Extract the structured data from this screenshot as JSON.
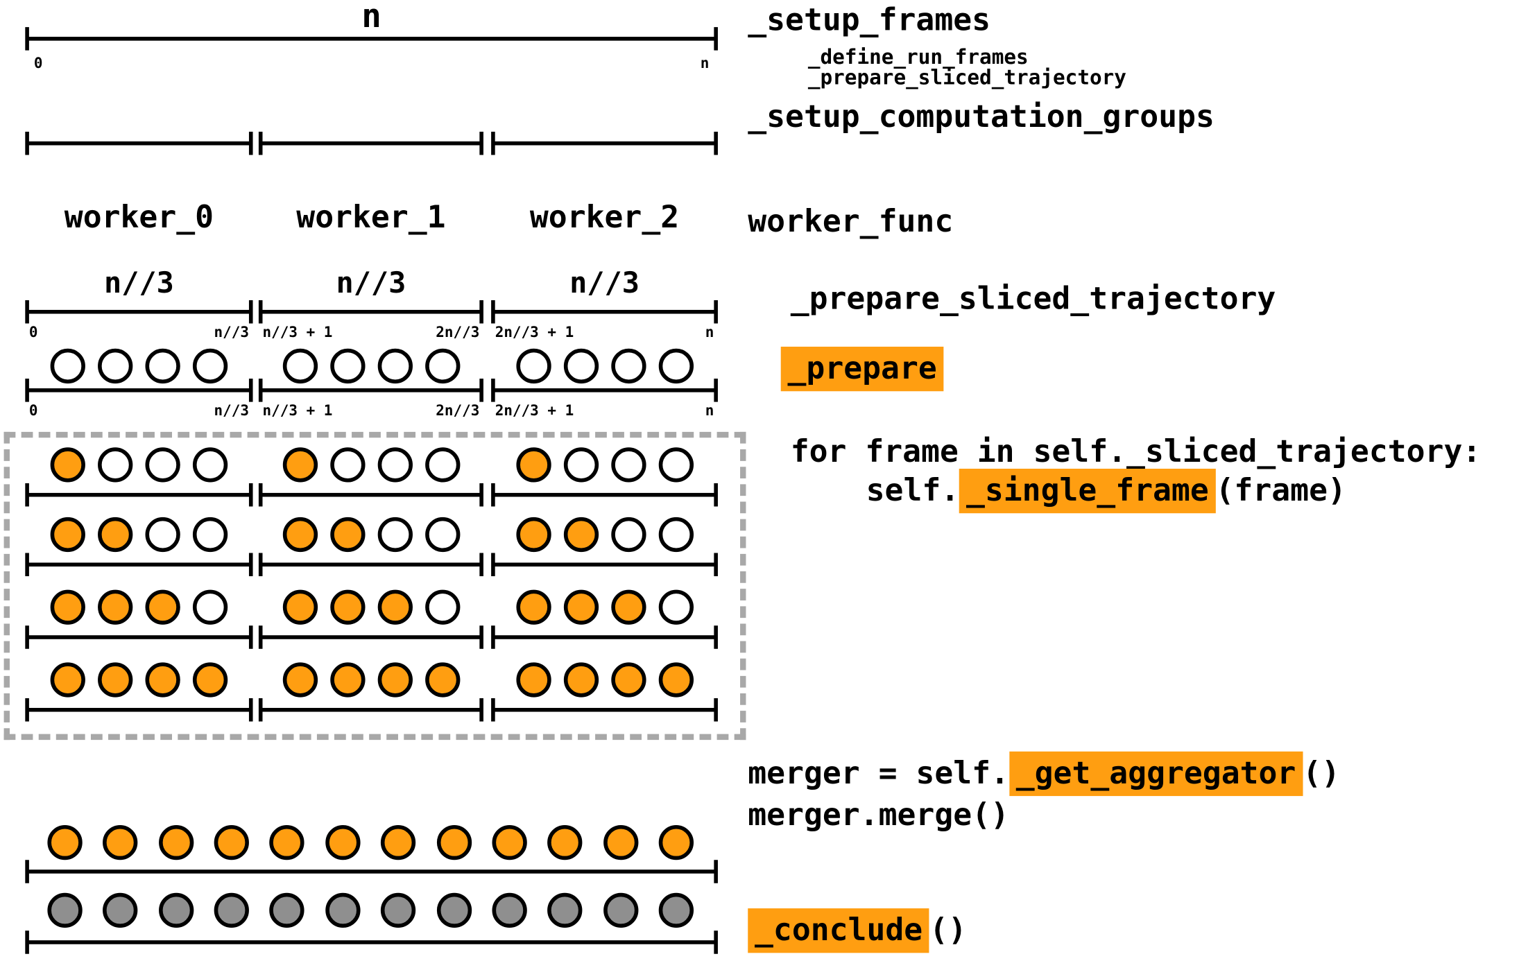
{
  "colors": {
    "orange": "#ff9e11",
    "gray-circle": "#8f8f8f",
    "box-border": "#a8a8a8",
    "ink": "#000000"
  },
  "top": {
    "axis_label": "n",
    "tick_left": "0",
    "tick_right": "n"
  },
  "annotations": {
    "setup_frames": "_setup_frames",
    "define_run_frames": "_define_run_frames",
    "prepare_sliced_trajectory_sub": "_prepare_sliced_trajectory",
    "setup_computation_groups": "_setup_computation_groups",
    "worker_func": "worker_func",
    "prepare_sliced_trajectory": "_prepare_sliced_trajectory",
    "prepare": "_prepare",
    "loop_line1": "for frame in self._sliced_trajectory:",
    "loop_self": "self.",
    "single_frame": "_single_frame",
    "loop_args": "(frame)",
    "merger_assign": "merger = self.",
    "get_aggregator": "_get_aggregator",
    "call_parens": "()",
    "merger_merge": "merger.merge()",
    "conclude": "_conclude",
    "conclude_parens": "()"
  },
  "workers": [
    {
      "name": "worker_0",
      "size_label": "n//3",
      "tick_left": "0",
      "tick_right": "n//3"
    },
    {
      "name": "worker_1",
      "size_label": "n//3",
      "tick_left": "n//3 + 1",
      "tick_right": "2n//3"
    },
    {
      "name": "worker_2",
      "size_label": "n//3",
      "tick_left": "2n//3 + 1",
      "tick_right": "n"
    }
  ],
  "circle_rows": {
    "initial": {
      "total": 4,
      "filled": 0
    },
    "step1": {
      "total": 4,
      "filled": 1
    },
    "step2": {
      "total": 4,
      "filled": 2
    },
    "step3": {
      "total": 4,
      "filled": 3
    },
    "step4": {
      "total": 4,
      "filled": 4
    },
    "merged": {
      "total": 12,
      "filled": 12,
      "variant": "orange"
    },
    "concluded": {
      "total": 12,
      "filled": 12,
      "variant": "gray"
    }
  }
}
